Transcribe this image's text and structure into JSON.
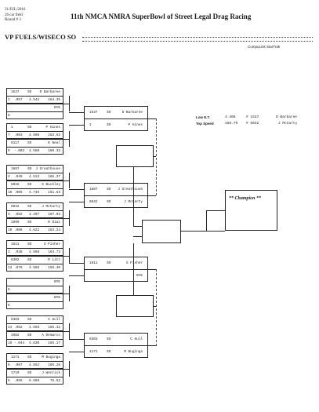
{
  "header": {
    "date": "31/JUL/2016",
    "field": "26 car field",
    "round": "Round # 3",
    "title": "11th NMCA NMRA SuperBowl of Street Legal Drag Racing",
    "class_name": "VP FUELS/WISECO SO",
    "timing": "CompuLink StarTrak"
  },
  "stats": {
    "low_et_label": "Low  E.T.",
    "low_et_value": "4.468",
    "low_et_num": "# 1537",
    "low_et_name": "D Barbaree",
    "top_speed_label": "Top Speed",
    "top_speed_value": "168.70",
    "top_speed_num": "# 6042",
    "top_speed_name": "J McCarty"
  },
  "champion_label": "** Champion **",
  "round1": [
    {
      "top": {
        "num": "1537",
        "cls": "SO",
        "name": "D Barbaree"
      },
      "bot": {
        "lane": "1",
        "rt": ".057",
        "et": "4.542",
        "mph": "164.35"
      },
      "opp_top": {
        "name": "BYE"
      },
      "opp_bot": {
        "lane": "8",
        "rt": "",
        "et": "",
        "mph": ""
      }
    },
    {
      "top": {
        "num": "1",
        "cls": "SO",
        "name": "P Hines"
      },
      "bot": {
        "lane": "7",
        "rt": ".003",
        "et": "4.508",
        "mph": "163.63"
      },
      "opp_top": {
        "num": "6117",
        "cls": "SO",
        "name": "K Neal"
      },
      "opp_bot": {
        "lane": "9",
        "rt": "-.003",
        "et": "4.550",
        "mph": "160.33"
      }
    },
    {
      "top": {
        "num": "1887",
        "cls": "SO",
        "name": "J Greathouse"
      },
      "bot": {
        "lane": "4",
        "rt": ".049",
        "et": "4.513",
        "mph": "166.37"
      },
      "opp_top": {
        "num": "6015",
        "cls": "SO",
        "name": "G Buckley"
      },
      "opp_bot": {
        "lane": "16",
        "rt": ".005",
        "et": "4.745",
        "mph": "151.53"
      }
    },
    {
      "top": {
        "num": "6042",
        "cls": "SO",
        "name": "J McCarty"
      },
      "bot": {
        "lane": "3",
        "rt": ".052",
        "et": "4.497",
        "mph": "167.03"
      },
      "opp_top": {
        "num": "1099",
        "cls": "SO",
        "name": "R Diaz"
      },
      "opp_bot": {
        "lane": "10",
        "rt": ".006",
        "et": "4.622",
        "mph": "163.24"
      }
    },
    {
      "top": {
        "num": "1611",
        "cls": "SO",
        "name": "S Fisher"
      },
      "bot": {
        "lane": "3",
        "rt": ".038",
        "et": "4.568",
        "mph": "164.73"
      },
      "opp_top": {
        "num": "6302",
        "cls": "SO",
        "name": "R Litz"
      },
      "opp_bot": {
        "lane": "13",
        "rt": ".079",
        "et": "4.565",
        "mph": "159.40"
      }
    },
    {
      "top": {
        "num": "",
        "cls": "",
        "name": "BYE"
      },
      "bot": {
        "lane": "6",
        "rt": "",
        "et": "",
        "mph": ""
      },
      "opp_top": {
        "name": "BYE"
      },
      "opp_bot": {
        "lane": "8",
        "rt": "",
        "et": "",
        "mph": ""
      }
    },
    {
      "top": {
        "num": "6303",
        "cls": "SO",
        "name": "C Hull"
      },
      "bot": {
        "lane": "24",
        "rt": ".062",
        "et": "4.503",
        "mph": "166.42"
      },
      "opp_top": {
        "num": "1982",
        "cls": "SO",
        "name": "A Demarco"
      },
      "opp_bot": {
        "lane": "19",
        "rt": "-.044",
        "et": "4.630",
        "mph": "165.17"
      }
    },
    {
      "top": {
        "num": "1171",
        "cls": "SO",
        "name": "M Buginga"
      },
      "bot": {
        "lane": "6",
        "rt": ".067",
        "et": "4.552",
        "mph": "165.28"
      },
      "opp_top": {
        "num": "1710",
        "cls": "SO",
        "name": "J Wenrick"
      },
      "opp_bot": {
        "lane": "8",
        "rt": ".056",
        "et": "6.668",
        "mph": "76.52"
      }
    }
  ],
  "round2": [
    {
      "a": {
        "num": "1537",
        "cls": "SO",
        "name": "D Barbaree"
      },
      "b": {
        "num": "1",
        "cls": "SO",
        "name": "P Hines"
      }
    },
    {
      "a": {
        "num": "1887",
        "cls": "SO",
        "name": "J Greathouse"
      },
      "b": {
        "num": "6042",
        "cls": "SO",
        "name": "J McCarty"
      }
    },
    {
      "a": {
        "num": "1611",
        "cls": "SO",
        "name": "S Fisher"
      },
      "b": {
        "num": "",
        "cls": "",
        "name": "BYE"
      }
    },
    {
      "a": {
        "num": "6303",
        "cls": "SO",
        "name": "C Hull"
      },
      "b": {
        "num": "1171",
        "cls": "SO",
        "name": "M Buginga"
      }
    }
  ]
}
